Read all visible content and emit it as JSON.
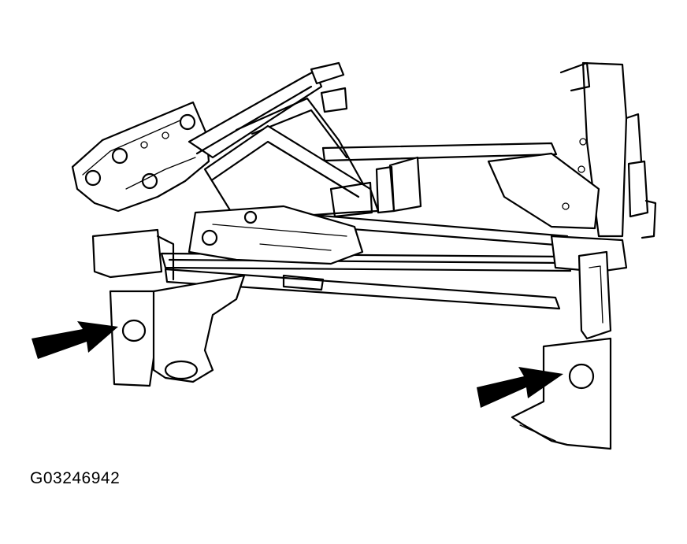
{
  "figure": {
    "code": "G03246942",
    "colors": {
      "line": "#000000",
      "background": "#ffffff"
    },
    "callouts": [
      "arrow-left-mount-hole",
      "arrow-right-mount-hole"
    ]
  }
}
